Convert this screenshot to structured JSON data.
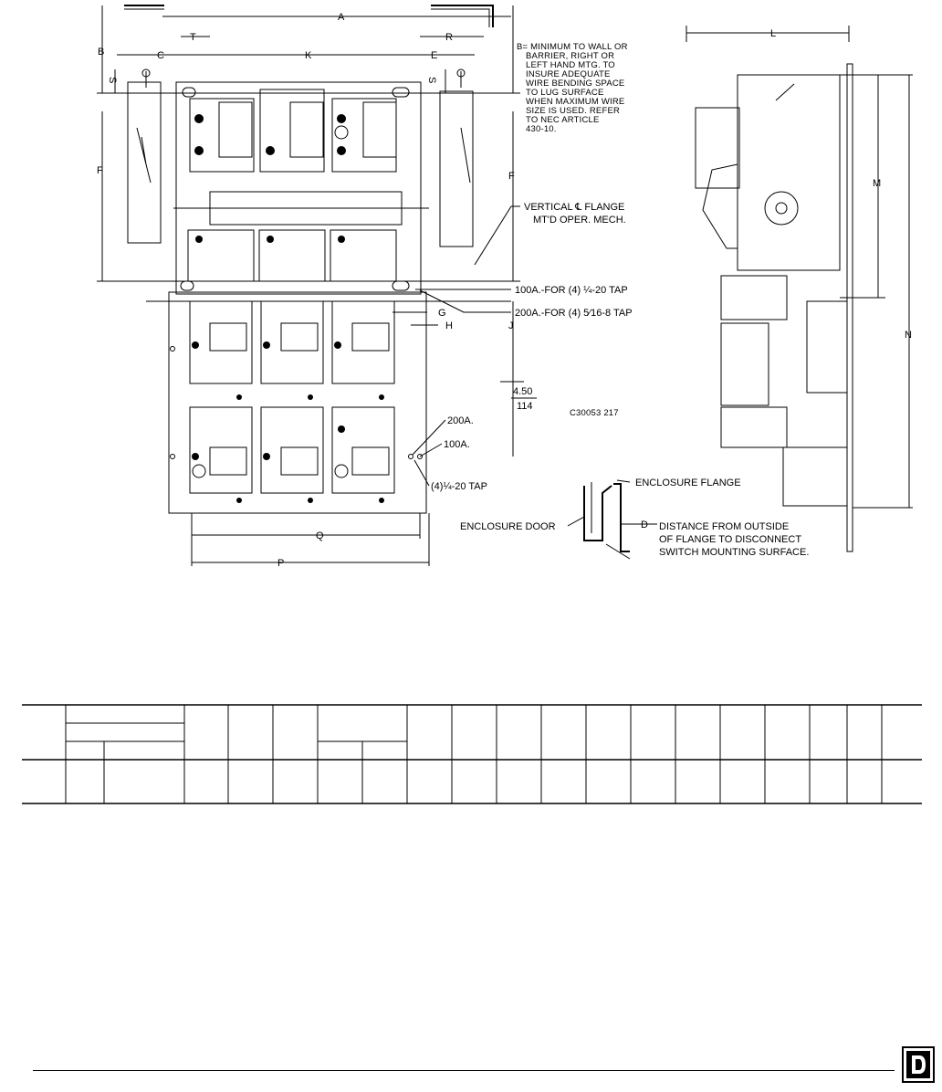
{
  "dim_labels": {
    "A": "A",
    "B": "B",
    "C": "C",
    "T": "T",
    "K": "K",
    "E": "E",
    "R": "R",
    "S_left": "S",
    "S_right": "S",
    "F_left": "F",
    "F_right": "F",
    "G": "G",
    "H": "H",
    "J": "J",
    "Q": "Q",
    "P": "P",
    "L": "L",
    "M": "M",
    "N": "N",
    "D": "D"
  },
  "notes": {
    "b_note": [
      "B= MINIMUM TO WALL OR",
      "BARRIER, RIGHT OR",
      "LEFT HAND MTG. TO",
      "INSURE ADEQUATE",
      "WIRE BENDING SPACE",
      "TO LUG SURFACE",
      "WHEN MAXIMUM WIRE",
      "SIZE IS USED. REFER",
      "TO NEC ARTICLE",
      "430-10."
    ],
    "vertical_flange": [
      "VERTICAL ℄ FLANGE",
      "MT'D OPER. MECH."
    ],
    "tap_100a": "100A.-FOR (4) ¼-20 TAP",
    "tap_200a": "200A.-FOR (4) 5⁄16-8 TAP",
    "dim_450": "4.50",
    "dim_114": "114",
    "drawing_code": "C30053 217",
    "label_200a": "200A.",
    "label_100a": "100A.",
    "tap_bottom": "(4)¼-20 TAP",
    "enclosure_flange": "ENCLOSURE FLANGE",
    "enclosure_door": "ENCLOSURE DOOR",
    "distance_note": [
      "DISTANCE FROM OUTSIDE",
      "OF FLANGE TO DISCONNECT",
      "SWITCH MOUNTING SURFACE."
    ]
  },
  "logo": {
    "letter": "D"
  }
}
